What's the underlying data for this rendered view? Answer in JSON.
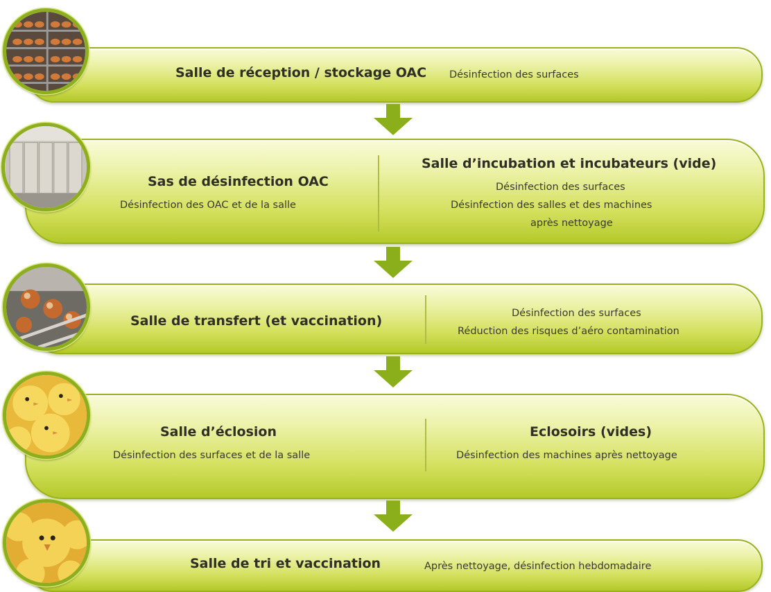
{
  "colors": {
    "band_top": "#f9fbd9",
    "band_bottom": "#b4c92a",
    "band_border": "#9ab21c",
    "arrow": "#8aaf1a",
    "thumb_ring": "#8dae1e"
  },
  "stages": [
    {
      "title": "Salle de réception / stockage OAC",
      "text": "Désinfection des surfaces",
      "thumb_icon": "eggs-rack-photo-icon"
    },
    {
      "left_title": "Sas de désinfection OAC",
      "left_text": "Désinfection des OAC et de la salle",
      "right_title": "Salle d’incubation et incubateurs (vide)",
      "right_lines": [
        "Désinfection des surfaces",
        "Désinfection des salles et des machines",
        "après nettoyage"
      ],
      "thumb_icon": "incubator-room-photo-icon"
    },
    {
      "title": "Salle de transfert (et vaccination)",
      "right_lines": [
        "Désinfection des surfaces",
        "Réduction des risques d’aéro  contamination"
      ],
      "thumb_icon": "egg-transfer-photo-icon"
    },
    {
      "left_title": "Salle d’éclosion",
      "left_text": "Désinfection des surfaces et de la salle",
      "right_title": "Eclosoirs (vides)",
      "right_text": "Désinfection des machines après nettoyage",
      "thumb_icon": "chicks-photo-icon"
    },
    {
      "title": "Salle de tri et vaccination",
      "text": "Après nettoyage, désinfection hebdomadaire",
      "thumb_icon": "chicks-closeup-photo-icon"
    }
  ]
}
